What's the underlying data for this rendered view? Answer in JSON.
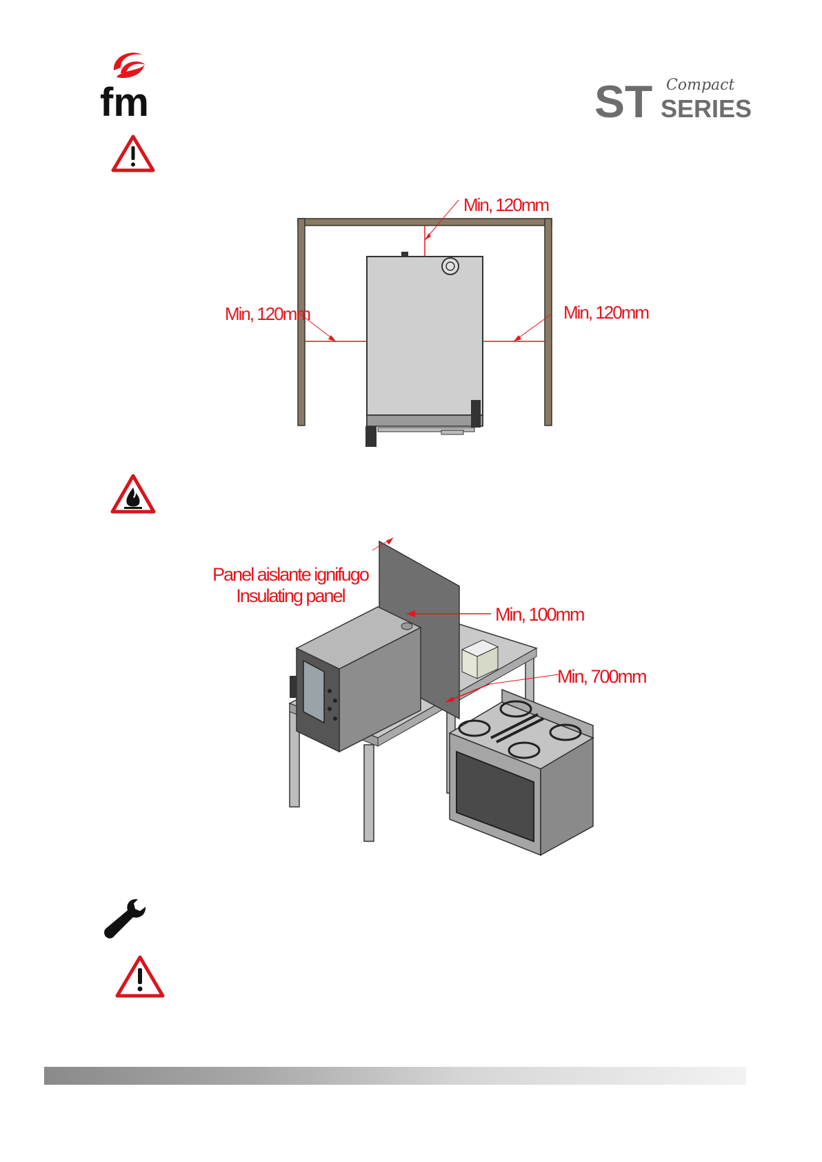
{
  "brand": {
    "logo_text": "fm",
    "series_big": "ST",
    "series_small": "SERIES",
    "series_script": "Compact",
    "accent_color": "#e8131b"
  },
  "icons": {
    "warning_1": "warning-triangle-icon",
    "fire": "flammable-warning-icon",
    "wrench": "wrench-icon",
    "warning_2": "warning-triangle-icon"
  },
  "figure1": {
    "label_top": "Min, 120mm",
    "label_left": "Min, 120mm",
    "label_right": "Min, 120mm"
  },
  "figure2": {
    "panel_label_es": "Panel  aislante ignifugo",
    "panel_label_en": "Insulating panel",
    "label_100": "Min, 100mm",
    "label_700": "Min, 700mm"
  }
}
